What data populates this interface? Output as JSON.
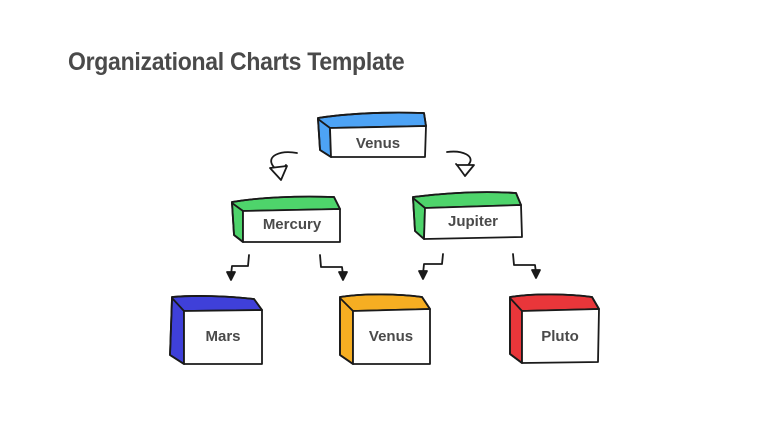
{
  "slide": {
    "title": "Organizational Charts Template"
  },
  "nodes": {
    "root": {
      "label": "Venus",
      "color": "#4da3f5",
      "icon": "3d-box"
    },
    "left": {
      "label": "Mercury",
      "color": "#4ed46b",
      "icon": "3d-box"
    },
    "right": {
      "label": "Jupiter",
      "color": "#4ed46b",
      "icon": "3d-box"
    },
    "leaf1": {
      "label": "Mars",
      "color": "#3f40d9",
      "icon": "3d-box"
    },
    "leaf2": {
      "label": "Venus",
      "color": "#f6ae22",
      "icon": "3d-box"
    },
    "leaf3": {
      "label": "Pluto",
      "color": "#e9363a",
      "icon": "3d-box"
    }
  },
  "connectors": {
    "style": "hand-drawn arrows",
    "stroke_color": "#1a1a1a"
  }
}
